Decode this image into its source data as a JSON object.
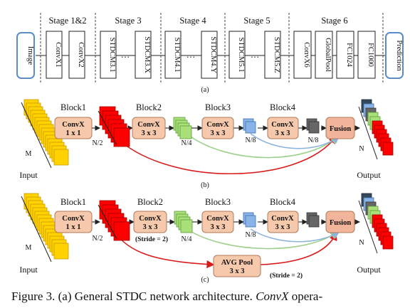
{
  "panel_a": {
    "stage_labels": [
      "Stage 1&2",
      "Stage 3",
      "Stage 4",
      "Stage 5",
      "Stage 6"
    ],
    "input": "Image",
    "output": "Prediction",
    "stage12": [
      "ConvX1",
      "ConvX2"
    ],
    "stage3": [
      "STDCM3.1",
      "STDCM3.X"
    ],
    "stage4": [
      "STDCM4.1",
      "STDCM4.Y"
    ],
    "stage5": [
      "STDCM5.1",
      "STDCM5.Z"
    ],
    "stage6": [
      "ConvX6",
      "GlobalPool",
      "FC1024",
      "FC1000"
    ],
    "ellipsis": "…",
    "label": "(a)"
  },
  "panel_b": {
    "blocks": [
      "Block1",
      "Block2",
      "Block3",
      "Block4"
    ],
    "conv_name": "ConvX",
    "conv_k1": "1 x 1",
    "conv_k3": "3 x 3",
    "fusion": "Fusion",
    "dims": [
      "M",
      "N/2",
      "N/4",
      "N/8",
      "N/8",
      "N"
    ],
    "input": "Input",
    "output": "Output",
    "label": "(b)"
  },
  "panel_c": {
    "blocks": [
      "Block1",
      "Block2",
      "Block3",
      "Block4"
    ],
    "conv_name": "ConvX",
    "conv_k1": "1 x 1",
    "conv_k3": "3 x 3",
    "stride_inner": "(Stride = 2)",
    "fusion": "Fusion",
    "avgpool_name": "AVG Pool",
    "avgpool_k": "3 x 3",
    "stride_pool": "(Stride = 2)",
    "dims": [
      "M",
      "N/2",
      "N/4",
      "N/8",
      "N"
    ],
    "input": "Input",
    "output": "Output",
    "label": "(c)"
  },
  "caption": {
    "prefix": "Figure 3.  (a) General STDC network architecture. ",
    "em": "ConvX",
    "suffix": " opera-"
  },
  "colors": {
    "yellow": "#ffd200",
    "red": "#ff0000",
    "green": "#a9e07a",
    "blue": "#8ab4e8",
    "gray": "#666666",
    "navy": "#34495e",
    "conv_fill": "#f6c9ad",
    "fusion_fill": "#f2b49a",
    "skip_red": "#d81c1c",
    "skip_green": "#9ed08c",
    "skip_blue": "#8cb3db",
    "endcap_border": "#5b8bc9"
  }
}
